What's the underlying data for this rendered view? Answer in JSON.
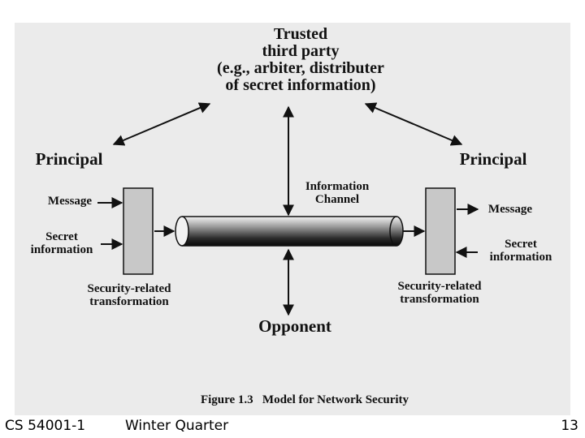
{
  "diagram": {
    "trusted_party": "Trusted\nthird party\n(e.g., arbiter, distributer\nof secret information)",
    "principal_left": "Principal",
    "principal_right": "Principal",
    "channel_label": "Information\nChannel",
    "opponent": "Opponent",
    "left": {
      "message": "Message",
      "secret": "Secret\ninformation",
      "transform": "Security-related\ntransformation"
    },
    "right": {
      "message": "Message",
      "secret": "Secret\ninformation",
      "transform": "Security-related\ntransformation"
    },
    "caption": "Figure 1.3   Model for Network Security"
  },
  "footer": {
    "course": "CS 54001-1",
    "term": "Winter Quarter",
    "page": "13"
  },
  "colors": {
    "panel": "#ebebeb",
    "box_fill": "#c8c8c8",
    "ink": "#111111"
  }
}
